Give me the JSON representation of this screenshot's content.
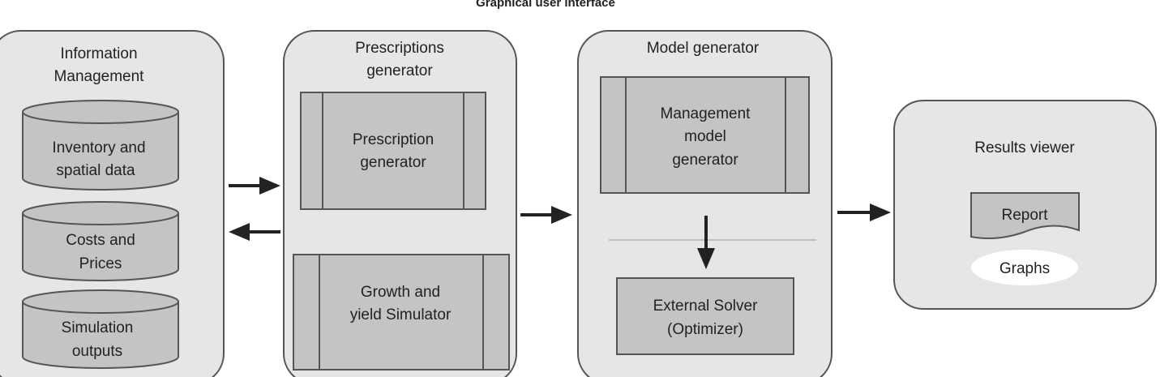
{
  "title": "Graphical user interface",
  "panels": {
    "information_management": {
      "label_lines": [
        "Information",
        "Management"
      ],
      "databases": [
        {
          "lines": [
            "Inventory and",
            "spatial data"
          ]
        },
        {
          "lines": [
            "Costs and",
            "Prices"
          ]
        },
        {
          "lines": [
            "Simulation",
            "outputs"
          ]
        }
      ]
    },
    "prescriptions_generator": {
      "label_lines": [
        "Prescriptions",
        "generator"
      ],
      "modules": [
        {
          "lines": [
            "Prescription",
            "generator"
          ]
        },
        {
          "lines": [
            "Growth and",
            "yield Simulator"
          ]
        }
      ]
    },
    "model_generator": {
      "label_lines": [
        "Model generator"
      ],
      "module": {
        "lines": [
          "Management",
          "model",
          "generator"
        ]
      },
      "solver": {
        "lines": [
          "External Solver",
          "(Optimizer)"
        ]
      }
    },
    "results_viewer": {
      "label_lines": [
        "Results viewer"
      ],
      "report": "Report",
      "graphs": "Graphs"
    }
  },
  "colors": {
    "panel_fill": "#e6e6e6",
    "box_fill": "#c4c4c4",
    "stroke": "#555555",
    "arrow": "#222222"
  }
}
